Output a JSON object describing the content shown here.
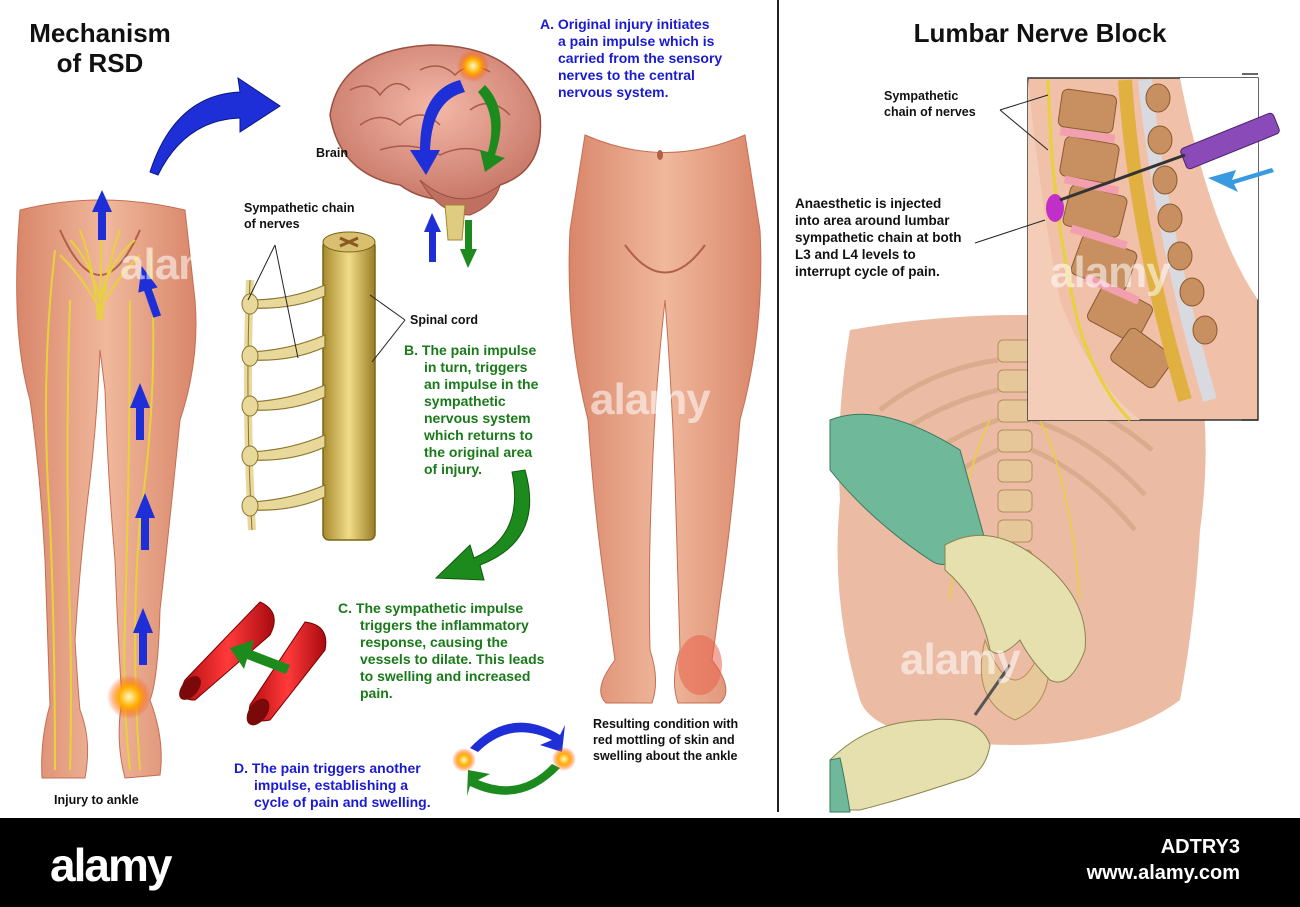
{
  "left_title": [
    "Mechanism",
    "of RSD"
  ],
  "right_title": "Lumbar Nerve Block",
  "brain_label": "Brain",
  "chain_label": [
    "Sympathetic chain",
    "of nerves"
  ],
  "spinal_cord_label": "Spinal cord",
  "injury_label": "Injury to ankle",
  "step_a": [
    "A. Original injury initiates",
    "a pain impulse which is",
    "carried from the sensory",
    "nerves to the central",
    "nervous system."
  ],
  "step_b": [
    "B. The pain impulse",
    "in turn, triggers",
    "an impulse in the",
    "sympathetic",
    "nervous system",
    "which returns to",
    "the original area",
    "of injury."
  ],
  "step_c": [
    "C. The sympathetic impulse",
    "triggers the inflammatory",
    "response, causing the",
    "vessels to dilate. This leads",
    "to swelling and increased",
    "pain."
  ],
  "step_d": [
    "D. The pain triggers another",
    "impulse, establishing a",
    "cycle of pain and swelling."
  ],
  "result_label": [
    "Resulting condition with",
    "red mottling of skin and",
    "swelling about the ankle"
  ],
  "right_chain_label": [
    "Sympathetic",
    "chain of nerves"
  ],
  "anaesthetic_label": [
    "Anaesthetic is injected",
    "into area around lumbar",
    "sympathetic chain at both",
    "L3 and L4 levels to",
    "interrupt cycle of pain."
  ],
  "watermark": "alamy",
  "footer": {
    "brand": "alamy",
    "image_id": "ADTRY3",
    "site": "www.alamy.com"
  },
  "colors": {
    "blue_text": "#1a1ad0",
    "green_text": "#197a19",
    "skin": "#e8a58a",
    "nerve": "#e8d23a",
    "footer_bg": "#000000"
  }
}
